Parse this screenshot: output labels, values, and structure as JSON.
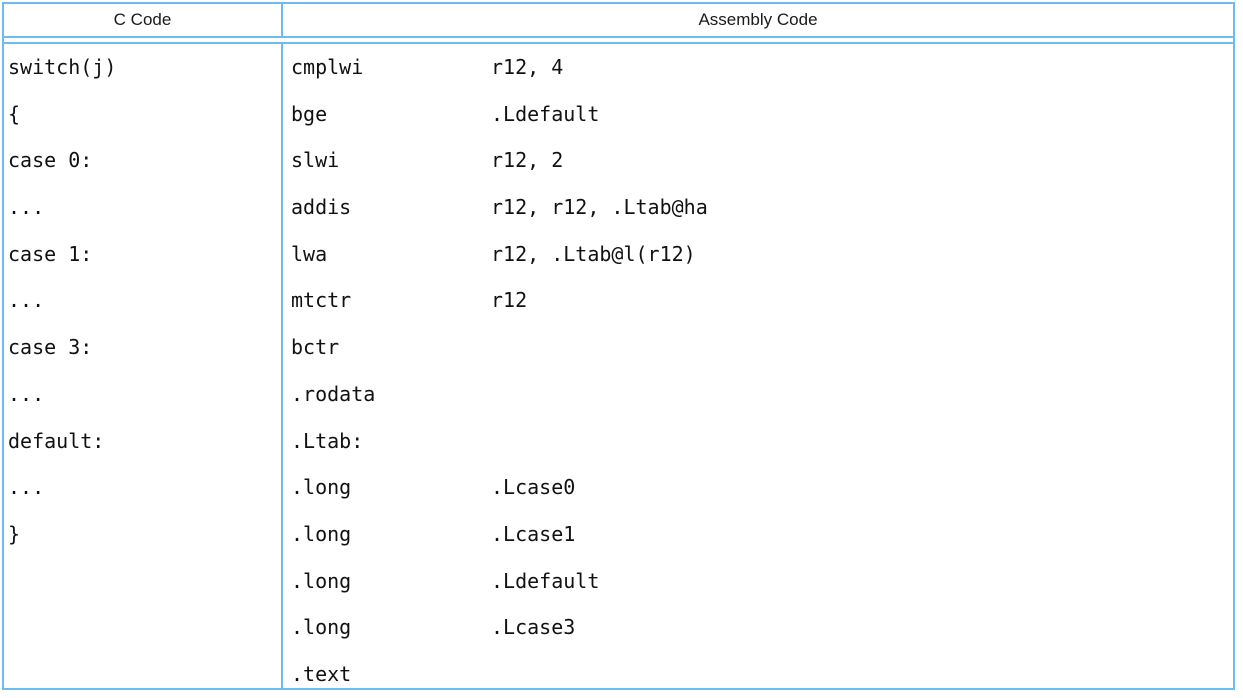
{
  "table": {
    "headers": {
      "c_code": "C Code",
      "assembly_code": "Assembly Code"
    },
    "border_color": "#6cbcf0",
    "text_color": "#111111",
    "rows": [
      {
        "c": "switch(j)",
        "mnemonic": "cmplwi",
        "operands": "r12, 4"
      },
      {
        "c": "{",
        "mnemonic": "bge",
        "operands": ".Ldefault"
      },
      {
        "c": "case 0:",
        "mnemonic": "slwi",
        "operands": "r12, 2"
      },
      {
        "c": "...",
        "mnemonic": "addis",
        "operands": "r12, r12, .Ltab@ha"
      },
      {
        "c": "case 1:",
        "mnemonic": "lwa",
        "operands": "r12, .Ltab@l(r12)"
      },
      {
        "c": "...",
        "mnemonic": "mtctr",
        "operands": "r12"
      },
      {
        "c": "case 3:",
        "mnemonic": "bctr",
        "operands": ""
      },
      {
        "c": "...",
        "mnemonic": ".rodata",
        "operands": ""
      },
      {
        "c": "default:",
        "mnemonic": ".Ltab:",
        "operands": ""
      },
      {
        "c": "...",
        "mnemonic": ".long",
        "operands": ".Lcase0"
      },
      {
        "c": "}",
        "mnemonic": ".long",
        "operands": ".Lcase1"
      },
      {
        "c": "",
        "mnemonic": ".long",
        "operands": ".Ldefault"
      },
      {
        "c": "",
        "mnemonic": ".long",
        "operands": ".Lcase3"
      },
      {
        "c": "",
        "mnemonic": ".text",
        "operands": ""
      }
    ]
  }
}
